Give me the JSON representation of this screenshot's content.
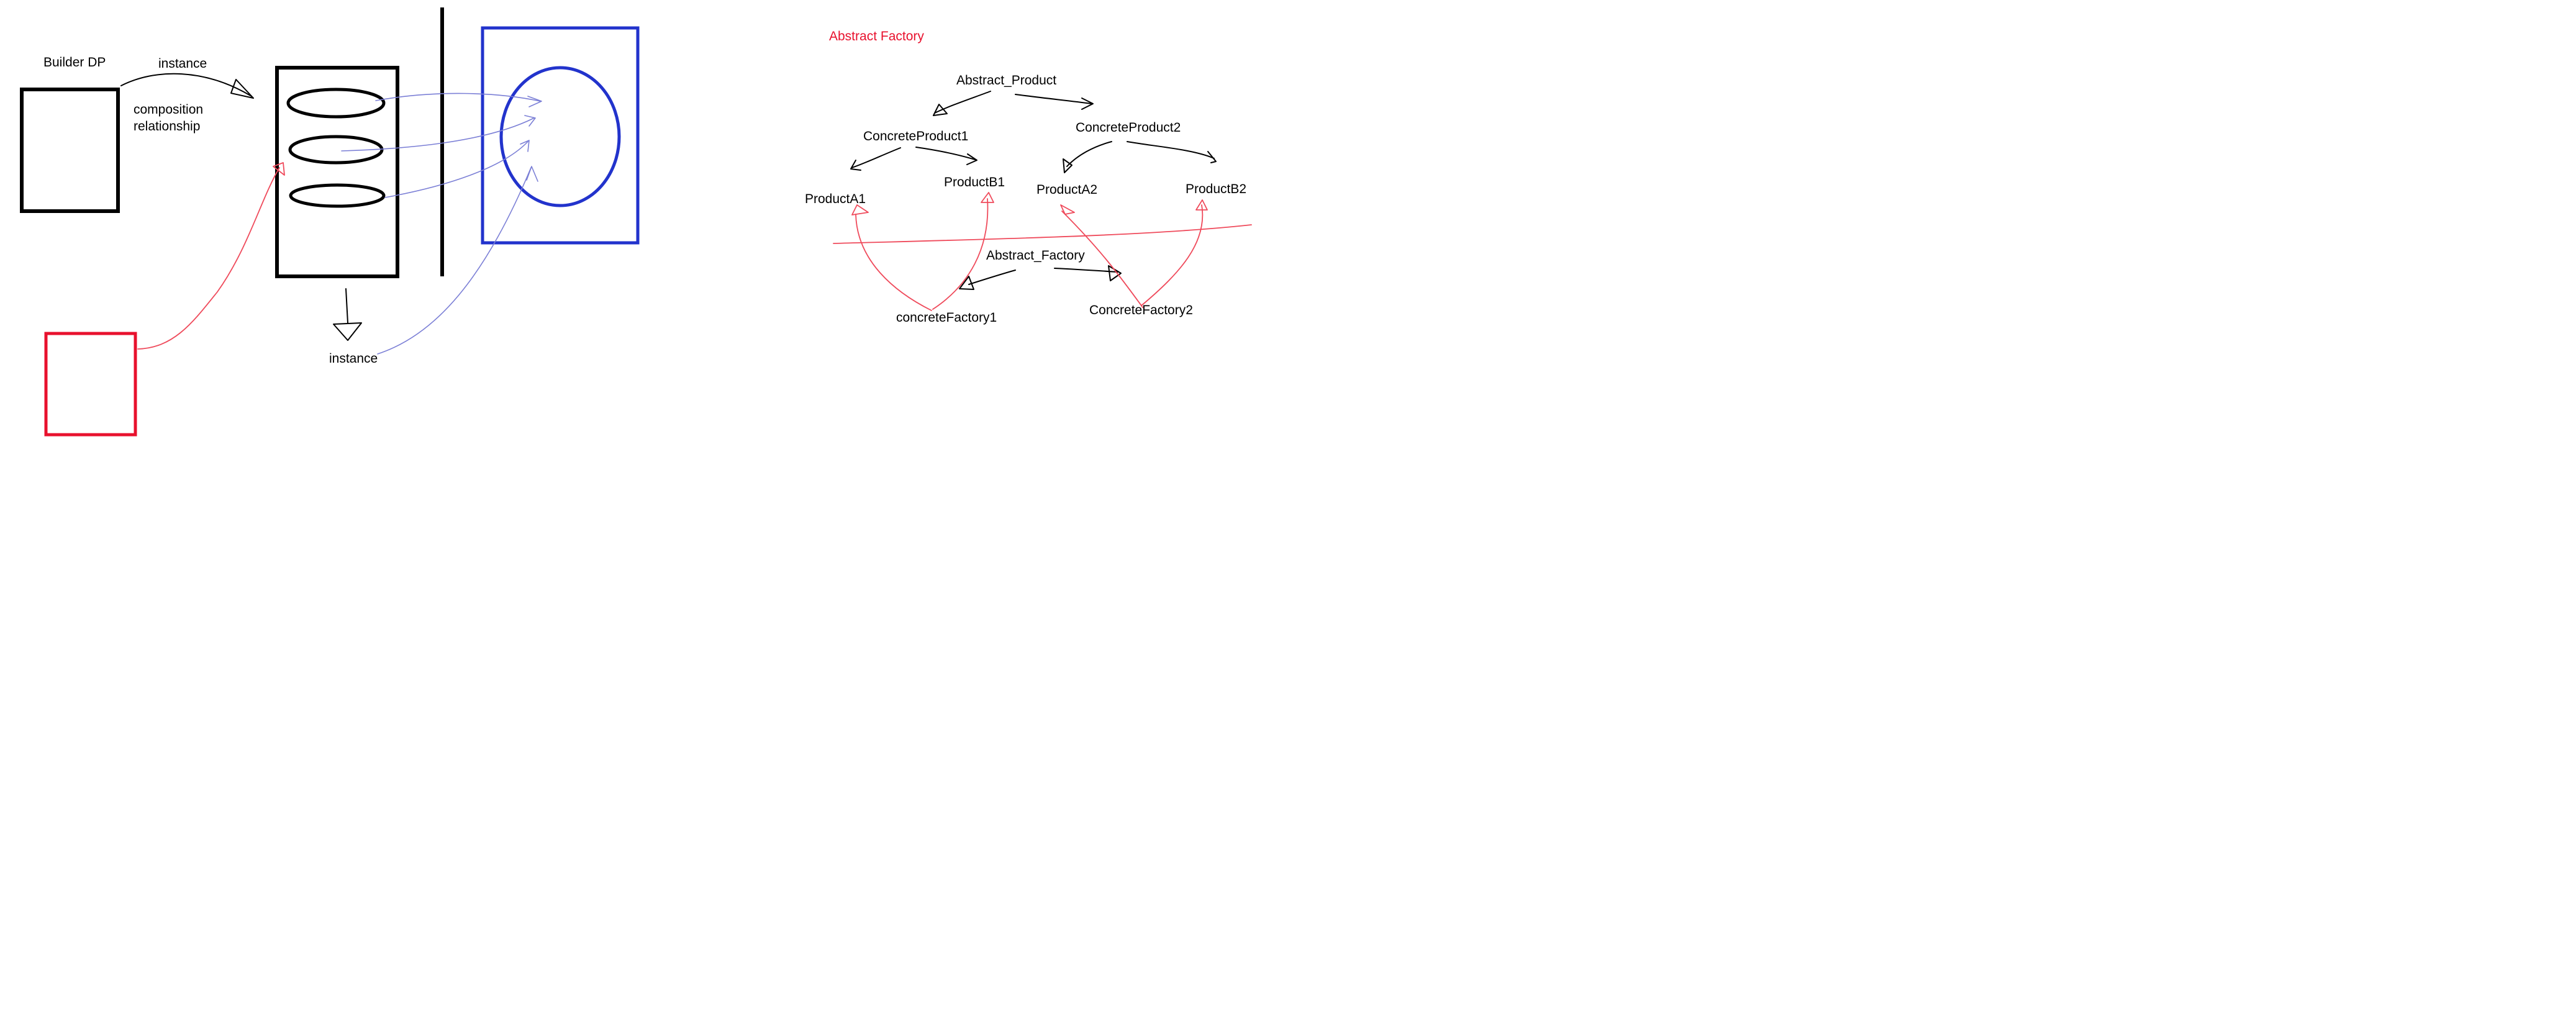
{
  "builder_sketch": {
    "title": "Builder DP",
    "arrow_label_top": "instance",
    "relation_label_line1": "composition",
    "relation_label_line2": "relationship",
    "arrow_label_bottom": "instance"
  },
  "abstract_factory_sketch": {
    "title": "Abstract Factory",
    "products": {
      "abstract": "Abstract_Product",
      "concrete1": "ConcreteProduct1",
      "concrete2": "ConcreteProduct2",
      "a1": "ProductA1",
      "b1": "ProductB1",
      "a2": "ProductA2",
      "b2": "ProductB2"
    },
    "factories": {
      "abstract": "Abstract_Factory",
      "concrete1": "concreteFactory1",
      "concrete2": "ConcreteFactory2"
    }
  },
  "colors": {
    "ink": "#000000",
    "blue": "#2233cc",
    "blue_light": "#7b7fd6",
    "red": "#e8112d",
    "red_light": "#ef4a5b"
  }
}
